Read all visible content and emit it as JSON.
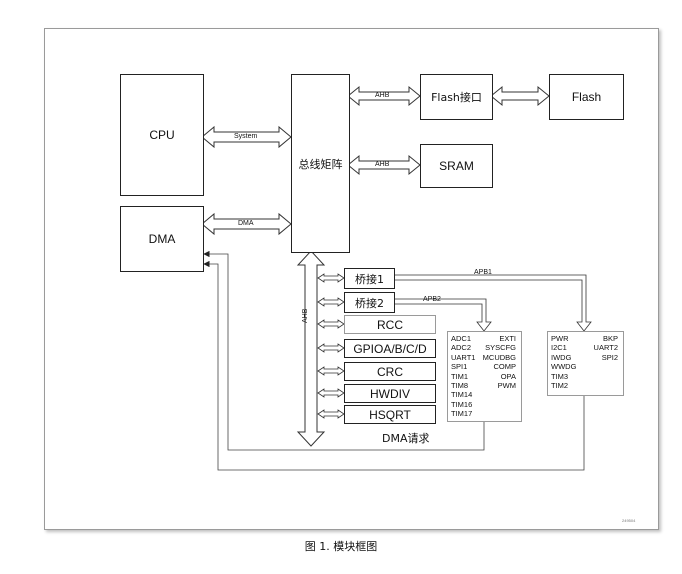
{
  "blocks": {
    "cpu": "CPU",
    "dma": "DMA",
    "bus_matrix": "总线矩阵",
    "flash_interface": "Flash接口",
    "flash": "Flash",
    "sram": "SRAM",
    "bridge1": "桥接1",
    "bridge2": "桥接2",
    "rcc": "RCC",
    "gpio": "GPIOA/B/C/D",
    "crc": "CRC",
    "hwdiv": "HWDIV",
    "hsqrt": "HSQRT"
  },
  "bus_labels": {
    "system": "System",
    "dma": "DMA",
    "ahb_flash": "AHB",
    "ahb_sram": "AHB",
    "ahb_vertical": "AHB",
    "apb1": "APB1",
    "apb2": "APB2"
  },
  "apb2_peripherals": {
    "left": [
      "ADC1",
      "ADC2",
      "UART1",
      "SPI1",
      "TIM1",
      "TIM8",
      "TIM14",
      "TIM16",
      "TIM17"
    ],
    "right": [
      "EXTI",
      "SYSCFG",
      "MCUDBG",
      "COMP",
      "OPA",
      "PWM"
    ]
  },
  "apb1_peripherals": {
    "left": [
      "PWR",
      "I2C1",
      "IWDG",
      "WWDG",
      "TIM3",
      "TIM2"
    ],
    "right": [
      "BKP",
      "UART2",
      "SPI2"
    ]
  },
  "dma_request": "DMA请求",
  "figure_id": "249504",
  "caption": "图 1. 模块框图",
  "colors": {
    "line": "#222222",
    "dim_border": "#9a9a9a",
    "arrow_fill": "#ffffff"
  }
}
